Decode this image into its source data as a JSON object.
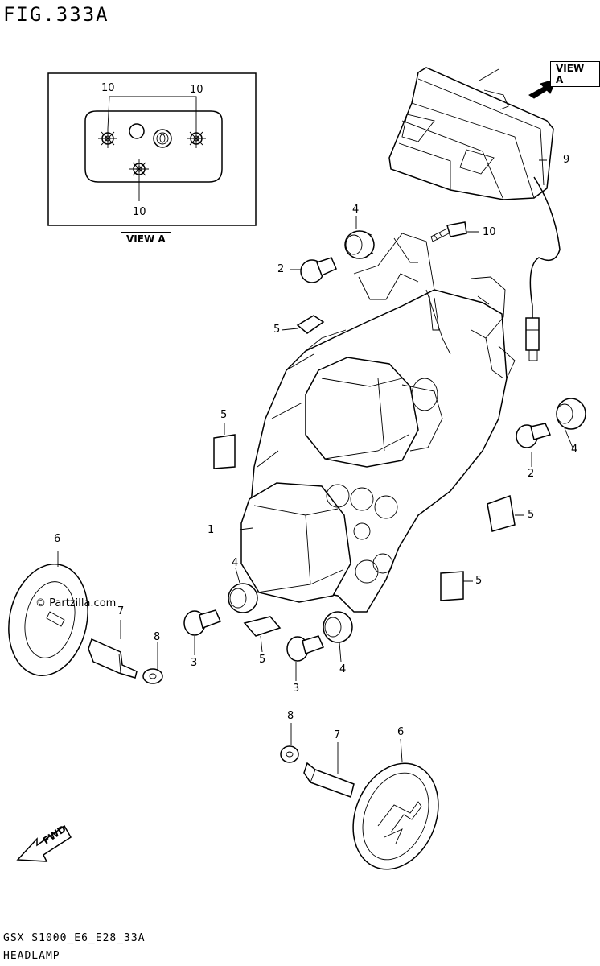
{
  "figure": {
    "title": "FIG.333A",
    "code": "GSX S1000_E6_E28_33A",
    "name": "HEADLAMP"
  },
  "view_label": "VIEW A",
  "watermark": "© Partzilla.com",
  "inset": {
    "labels": [
      "10",
      "10",
      "10"
    ]
  },
  "callouts": [
    {
      "id": "c9",
      "text": "9"
    },
    {
      "id": "c10",
      "text": "10"
    },
    {
      "id": "c4a",
      "text": "4"
    },
    {
      "id": "c2a",
      "text": "2"
    },
    {
      "id": "c5a",
      "text": "5"
    },
    {
      "id": "c5b",
      "text": "5"
    },
    {
      "id": "c2b",
      "text": "2"
    },
    {
      "id": "c4b",
      "text": "4"
    },
    {
      "id": "c5c",
      "text": "5"
    },
    {
      "id": "c1",
      "text": "1"
    },
    {
      "id": "c5d",
      "text": "5"
    },
    {
      "id": "c6a",
      "text": "6"
    },
    {
      "id": "c4c",
      "text": "4"
    },
    {
      "id": "c7a",
      "text": "7"
    },
    {
      "id": "c8a",
      "text": "8"
    },
    {
      "id": "c3a",
      "text": "3"
    },
    {
      "id": "c5e",
      "text": "5"
    },
    {
      "id": "c4d",
      "text": "4"
    },
    {
      "id": "c3b",
      "text": "3"
    },
    {
      "id": "c8b",
      "text": "8"
    },
    {
      "id": "c7b",
      "text": "7"
    },
    {
      "id": "c6b",
      "text": "6"
    }
  ],
  "fwd_label": "FWD"
}
